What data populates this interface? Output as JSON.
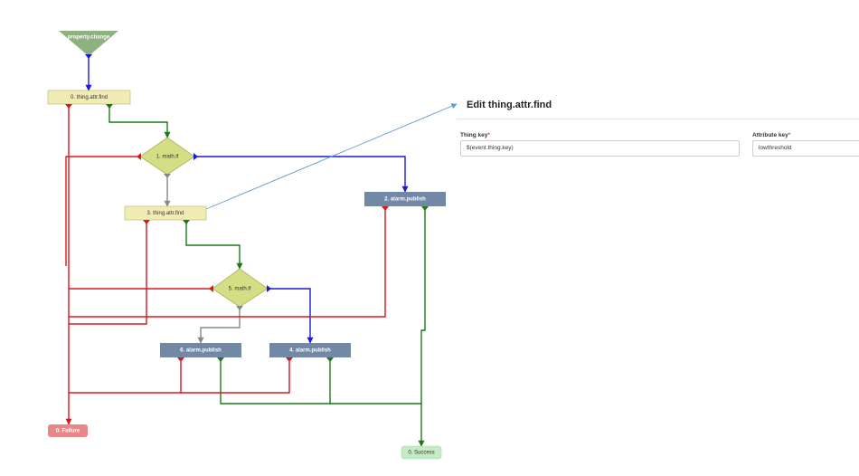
{
  "flow": {
    "trigger": {
      "label": "property.change"
    },
    "nodes": {
      "n0": {
        "label": "0. thing.attr.find",
        "type": "action"
      },
      "n1": {
        "label": "1. math.if",
        "type": "condition"
      },
      "n2": {
        "label": "2. alarm.publish",
        "type": "publish"
      },
      "n3": {
        "label": "3. thing.attr.find",
        "type": "action"
      },
      "n5": {
        "label": "5. math.if",
        "type": "condition"
      },
      "n6": {
        "label": "6. alarm.publish",
        "type": "publish"
      },
      "n4": {
        "label": "4. alarm.publish",
        "type": "publish"
      },
      "failure": {
        "label": "0. Failure",
        "type": "terminal-failure"
      },
      "success": {
        "label": "0. Success",
        "type": "terminal-success"
      }
    },
    "colors": {
      "success_path": "#1a7a1a",
      "failure_path": "#d9181e",
      "true_path": "#1a1ad9",
      "else_path": "#888888",
      "link_line": "#5b9bd5",
      "trigger_fill": "#8fb07f",
      "action_fill": "#f1ebb5",
      "condition_fill": "#d4de84",
      "publish_fill": "#7189a6",
      "failure_fill": "#e8868a",
      "success_fill": "#c4ebc4"
    }
  },
  "edit_panel": {
    "title": "Edit thing.attr.find",
    "fields": [
      {
        "label": "Thing key",
        "required_mark": "*",
        "value": "$(event.thing.key)"
      },
      {
        "label": "Attribute key",
        "required_mark": "*",
        "value": "lowthreshold"
      }
    ]
  }
}
